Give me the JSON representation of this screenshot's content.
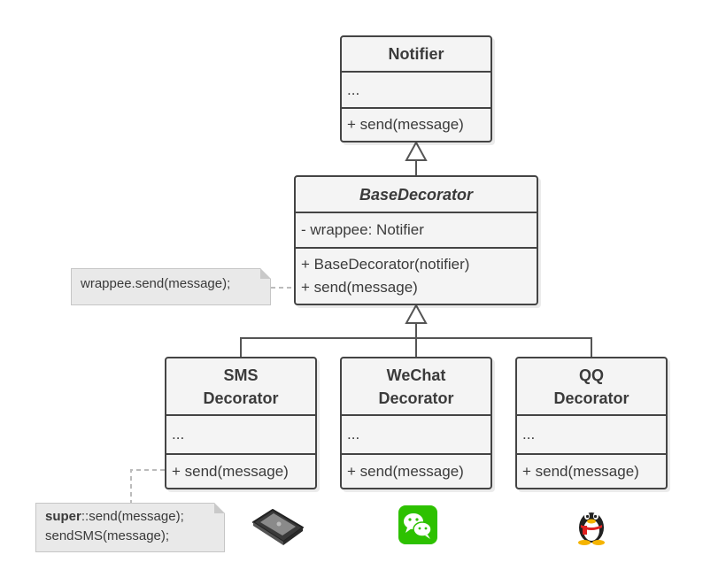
{
  "classes": {
    "notifier": {
      "name": "Notifier",
      "fields": "...",
      "methods": [
        "+ send(message)"
      ]
    },
    "base_decorator": {
      "name": "BaseDecorator",
      "fields": "- wrappee: Notifier",
      "methods": [
        "+ BaseDecorator(notifier)",
        "+ send(message)"
      ]
    },
    "sms": {
      "name_lines": [
        "SMS",
        "Decorator"
      ],
      "fields": "...",
      "methods": [
        "+ send(message)"
      ]
    },
    "wechat": {
      "name_lines": [
        "WeChat",
        "Decorator"
      ],
      "fields": "...",
      "methods": [
        "+ send(message)"
      ]
    },
    "qq": {
      "name_lines": [
        "QQ",
        "Decorator"
      ],
      "fields": "...",
      "methods": [
        "+ send(message)"
      ]
    }
  },
  "notes": {
    "base_send": "wrappee.send(message);",
    "sms_send": {
      "keyword": "super",
      "line1_rest": "::send(message);",
      "line2": "sendSMS(message);"
    }
  },
  "icons": [
    "phone-icon",
    "wechat-icon",
    "qq-penguin-icon"
  ],
  "colors": {
    "border": "#444444",
    "box_fill": "#f4f4f4",
    "note_fill": "#e9e9e9",
    "wechat_green": "#2dc100"
  }
}
